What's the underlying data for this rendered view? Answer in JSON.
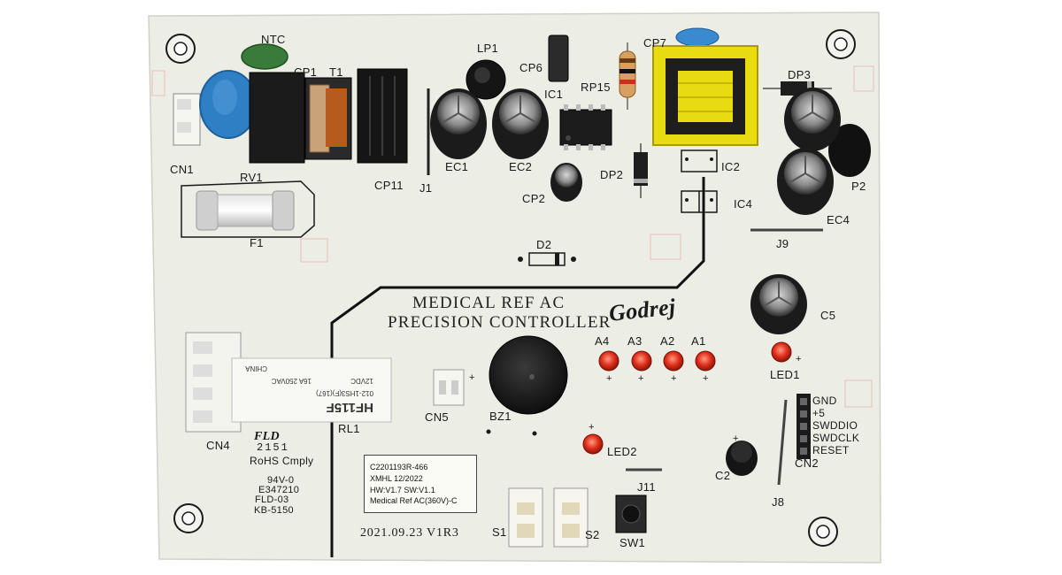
{
  "board": {
    "title_line1": "MEDICAL REF AC",
    "title_line2": "PRECISION CONTROLLER",
    "brand": "Godrej",
    "date_rev": "2021.09.23 V1R3",
    "compliance": {
      "rohs": "RoHS Cmply",
      "flame": "94V-0",
      "ul_file": "E347210",
      "fld": "FLD-03",
      "kb": "KB-5150",
      "fld_logo": "FLD",
      "date_code": "2151"
    },
    "label": {
      "line1": "C2201193R-466",
      "line2": "XMHL  12/2022",
      "line3": "HW:V1.7 SW:V1.1",
      "line4": "Medical Ref AC(360V)-C"
    },
    "relay": {
      "model": "HF115F",
      "code": "012-1HS3(F)(167)",
      "coil": "12VDC",
      "rating": "16A 250VAC",
      "brand": "CHINA"
    },
    "designators": {
      "ntc": "NTC",
      "cp1": "CP1",
      "t1": "T1",
      "cn1": "CN1",
      "rv1": "RV1",
      "cp11": "CP11",
      "f1": "F1",
      "lp1": "LP1",
      "cp6": "CP6",
      "ic1": "IC1",
      "rp15": "RP15",
      "cp7": "CP7",
      "dp3": "DP3",
      "j1": "J1",
      "ec1": "EC1",
      "ec2": "EC2",
      "cp2": "CP2",
      "dp2": "DP2",
      "ic2": "IC2",
      "ic4": "IC4",
      "p2": "P2",
      "ec4": "EC4",
      "j9": "J9",
      "d2": "D2",
      "c5": "C5",
      "a4": "A4",
      "a3": "A3",
      "a2": "A2",
      "a1": "A1",
      "led1": "LED1",
      "cn4": "CN4",
      "rl1": "RL1",
      "cn5": "CN5",
      "bz1": "BZ1",
      "led2": "LED2",
      "c2": "C2",
      "cn2": "CN2",
      "j8": "J8",
      "j11": "J11",
      "s1": "S1",
      "s2": "S2",
      "sw1": "SW1"
    },
    "cn2_pins": [
      "GND",
      "+5",
      "SWDDIO",
      "SWDCLK",
      "RESET"
    ],
    "plus_sign": "+",
    "colors": {
      "pcb": "#ecede4",
      "silkscreen": "#1a1a1a",
      "led": "#e0301c",
      "transformer_tape": "#e8dc10",
      "varistor": "#2f7fc4",
      "ntc": "#3a7a3a"
    }
  }
}
